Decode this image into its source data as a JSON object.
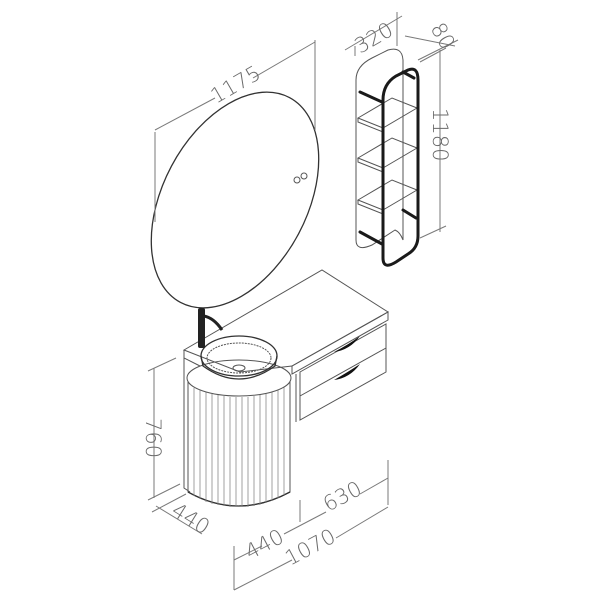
{
  "drawing": {
    "title": "Bathroom vanity set dimension drawing",
    "components": [
      "round-mirror",
      "wall-shelf-unit",
      "fluted-pedestal-basin",
      "drawer-cabinet-countertop"
    ]
  },
  "dimensions": {
    "mirror_diameter": "1175",
    "shelf_width": "320",
    "shelf_depth": "80",
    "shelf_height": "1180",
    "vanity_height": "760",
    "vanity_depth": "440",
    "pedestal_width": "440",
    "cabinet_width": "630",
    "total_width": "1070"
  },
  "colors": {
    "line": "#333333",
    "dimension_line": "#7a7a7a",
    "frame": "#1a1a1a",
    "background": "#ffffff"
  }
}
